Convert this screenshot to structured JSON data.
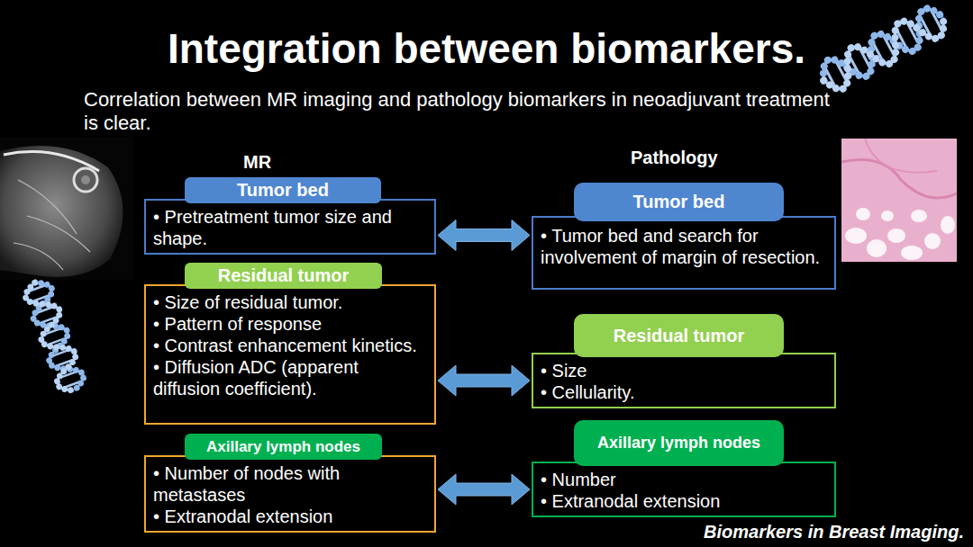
{
  "diagram": {
    "title": "Integration between biomarkers.",
    "caption": "Biomarkers in Breast Imaging.",
    "nodes": [
      {
        "text": [
          "Tumor bed",
          "• Pretreatment tumor size and shape."
        ]
      },
      {
        "text": [
          "Tumor bed",
          "• Tumor bed and search for involvement of margin of resection."
        ]
      },
      {
        "text": [
          "Residual tumor",
          "• Size of residual tumor.",
          "• Pattern of response",
          "• Contrast enhancement kinetics.",
          "• Diffusion ADC (apparent diffusion coefficient)."
        ]
      },
      {
        "text": [
          "Residual tumor",
          "• Size",
          "• Cellularity."
        ]
      },
      {
        "text": [
          "Axillary lymph nodes",
          "• Number of nodes with metastases",
          "• Extranodal extension"
        ]
      },
      {
        "text": [
          "Axillary lymph nodes",
          "• Number",
          "• Extranodal extension"
        ]
      }
    ],
    "edges": [
      {
        "from": 0,
        "to": 1,
        "arrow": "both"
      },
      {
        "from": 2,
        "to": 3,
        "arrow": "both"
      },
      {
        "from": 4,
        "to": 5,
        "arrow": "both"
      }
    ],
    "labels": [
      "Correlation between MR imaging and pathology biomarkers in neoadjuvant treatment is clear.",
      "MR",
      "Pathology"
    ]
  }
}
